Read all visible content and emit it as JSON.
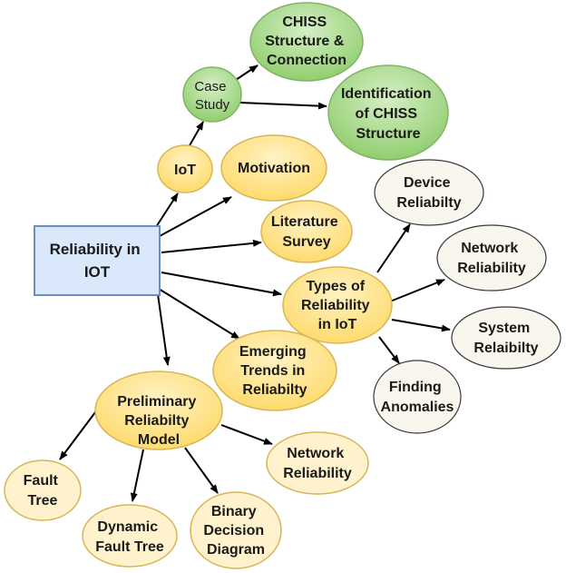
{
  "diagram": {
    "root": {
      "lines": [
        "Reliability in",
        "IOT"
      ]
    },
    "nodes": {
      "iot": {
        "lines": [
          "IoT"
        ]
      },
      "case_study": {
        "lines": [
          "Case",
          "Study"
        ]
      },
      "chiss_sc": {
        "lines": [
          "CHISS",
          "Structure &",
          "Connection"
        ]
      },
      "chiss_id": {
        "lines": [
          "Identification",
          "of  CHISS",
          "Structure"
        ]
      },
      "motivation": {
        "lines": [
          "Motivation"
        ]
      },
      "literature": {
        "lines": [
          "Literature",
          "Survey"
        ]
      },
      "types": {
        "lines": [
          "Types of",
          "Reliability",
          "in IoT"
        ]
      },
      "emerging": {
        "lines": [
          "Emerging",
          "Trends in",
          "Reliabilty"
        ]
      },
      "device": {
        "lines": [
          "Device",
          "Reliabilty"
        ]
      },
      "network1": {
        "lines": [
          "Network",
          "Reliability"
        ]
      },
      "system": {
        "lines": [
          "System",
          "Relaibilty"
        ]
      },
      "anomalies": {
        "lines": [
          "Finding",
          "Anomalies"
        ]
      },
      "prelim": {
        "lines": [
          "Preliminary",
          "Reliabilty",
          "Model"
        ]
      },
      "network2": {
        "lines": [
          "Network",
          "Reliability"
        ]
      },
      "fault": {
        "lines": [
          "Fault",
          "Tree"
        ]
      },
      "dynamic": {
        "lines": [
          "Dynamic",
          "Fault Tree"
        ]
      },
      "binary": {
        "lines": [
          "Binary",
          "Decision",
          "Diagram"
        ]
      }
    },
    "colors": {
      "root_fill": "#dae8fc",
      "root_stroke": "#6c8ebf",
      "yellow_fill": "#ffd966",
      "yellow_stroke": "#d6b656",
      "green_fill": "#97d077",
      "green_stroke": "#82b366",
      "cream_fill": "#f9f7ed",
      "cream_stroke": "#36393d",
      "arrow": "#000000"
    }
  }
}
